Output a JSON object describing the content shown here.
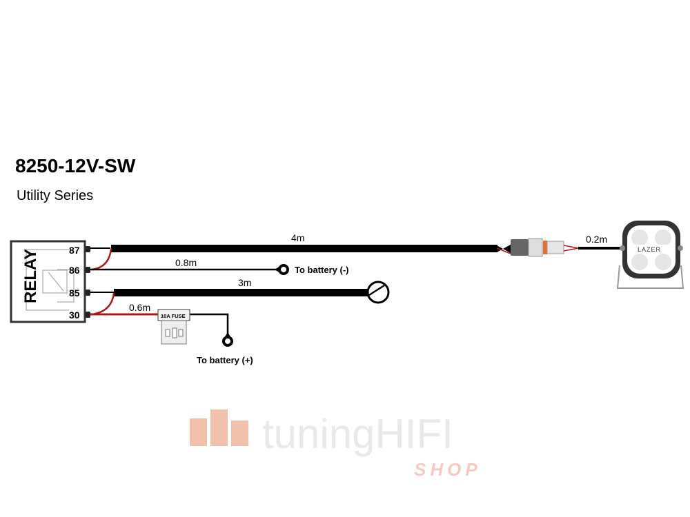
{
  "title": "8250-12V-SW",
  "subtitle": "Utility Series",
  "relay": {
    "label": "RELAY",
    "pins": [
      "87",
      "86",
      "85",
      "30"
    ]
  },
  "wires": {
    "main": "4m",
    "ground": "0.8m",
    "switch": "3m",
    "power": "0.6m",
    "lamp": "0.2m"
  },
  "labels": {
    "battery_neg": "To battery (-)",
    "battery_pos": "To battery (+)",
    "fuse": "10A FUSE"
  },
  "lamp_logo": "LAZER",
  "watermark": {
    "brand": "tuningHIFI",
    "sub": "SHOP"
  },
  "colors": {
    "wire": "#000000",
    "red_wire": "#b01818",
    "watermark": "#f0b8a0"
  }
}
